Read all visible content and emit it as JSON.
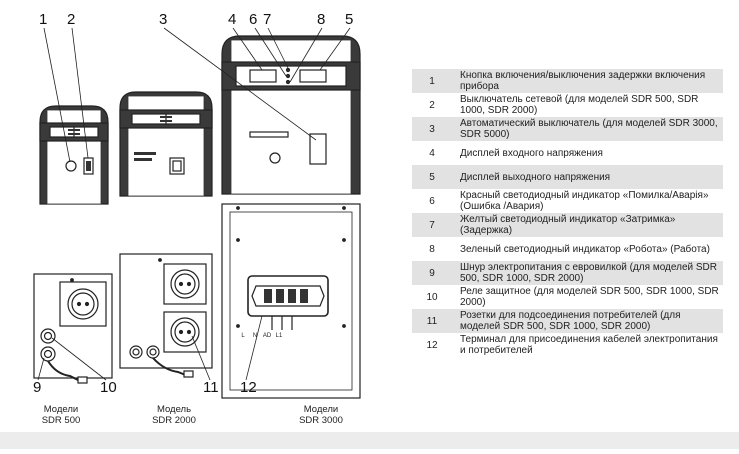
{
  "callouts": [
    "1",
    "2",
    "3",
    "4",
    "6",
    "7",
    "8",
    "5",
    "9",
    "10",
    "11",
    "12"
  ],
  "models": [
    {
      "line1": "Модели",
      "line2": "SDR 500"
    },
    {
      "line1": "Модель",
      "line2": "SDR 2000"
    },
    {
      "line1": "Модели",
      "line2": "SDR 3000"
    }
  ],
  "terminal_labels": [
    "L",
    "N",
    "AD",
    "L1"
  ],
  "legend": [
    {
      "num": "1",
      "text": "Кнопка включения/выключения задержки включения прибора"
    },
    {
      "num": "2",
      "text": "Выключатель сетевой (для моделей SDR 500, SDR 1000, SDR 2000)"
    },
    {
      "num": "3",
      "text": "Автоматический  выключатель (для моделей SDR 3000, SDR 5000)"
    },
    {
      "num": "4",
      "text": "Дисплей входного напряжения"
    },
    {
      "num": "5",
      "text": "Дисплей выходного напряжения"
    },
    {
      "num": "6",
      "text": "Красный светодиодный индикатор «Помилка/Аварія» (Ошибка /Авария)"
    },
    {
      "num": "7",
      "text": "Желтый светодиодный индикатор «Затримка» (Задержка)"
    },
    {
      "num": "8",
      "text": "Зеленый светодиодный индикатор «Робота» (Работа)"
    },
    {
      "num": "9",
      "text": "Шнур электропитания с евровилкой (для моделей SDR 500, SDR 1000, SDR 2000)"
    },
    {
      "num": "10",
      "text": "Реле защитное (для моделей SDR 500, SDR 1000, SDR 2000)"
    },
    {
      "num": "11",
      "text": "Розетки для подсоединения потребителей (для моделей SDR 500, SDR 1000, SDR 2000)"
    },
    {
      "num": "12",
      "text": "Терминал для присоединения кабелей электропитания и потребителей"
    }
  ]
}
